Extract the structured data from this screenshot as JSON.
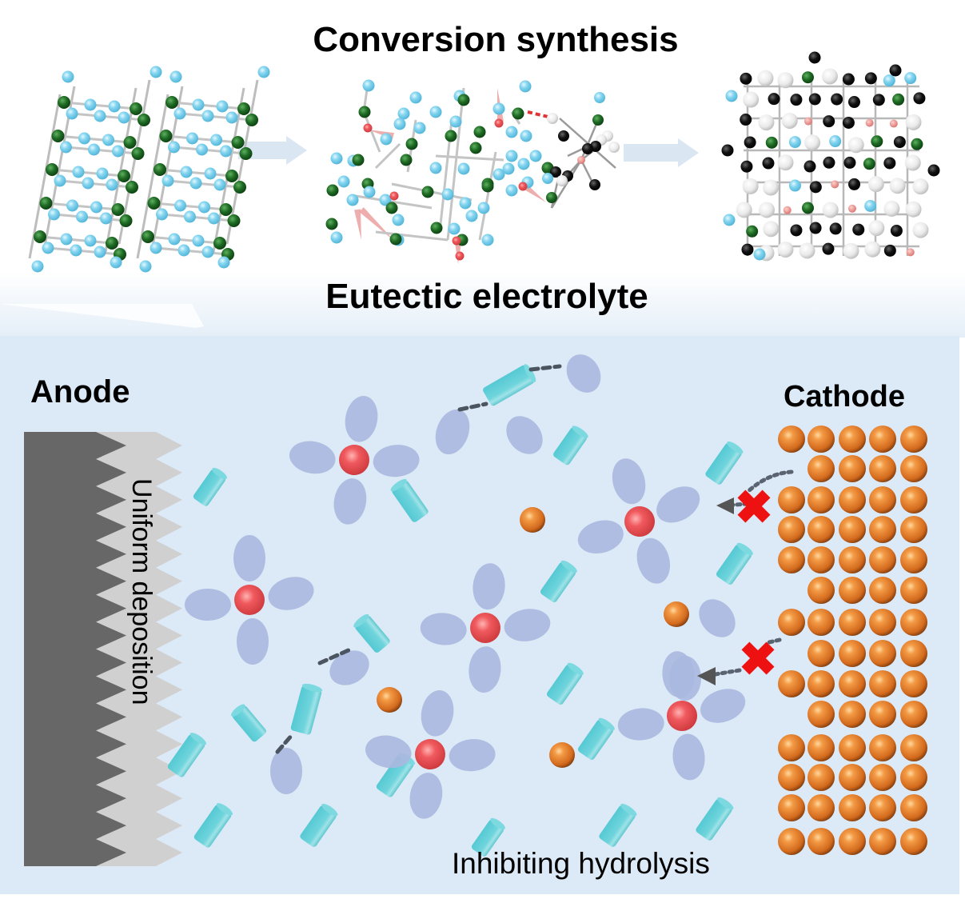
{
  "titles": {
    "top": "Conversion synthesis",
    "middle": "Eutectic electrolyte"
  },
  "labels": {
    "anode": "Anode",
    "cathode": "Cathode",
    "uniform_deposition": "Uniform deposition",
    "inhibiting_hydrolysis": "Inhibiting hydrolysis"
  },
  "stages": [
    {
      "name": "layered-crystal",
      "description": "initial layered crystal structure"
    },
    {
      "name": "conversion-intermediate",
      "description": "crystal undergoing conversion with ligand"
    },
    {
      "name": "eutectic-network",
      "description": "resulting eutectic network"
    }
  ],
  "colors": {
    "light_atom": "#7fd3ee",
    "dark_green_atom": "#1f6b24",
    "black_atom": "#111111",
    "white_atom": "#eeeeee",
    "pink_atom": "#e98a86",
    "red_atom": "#e8484e",
    "orange_ion": "#e67d2a",
    "petal": "#a9b8de",
    "cylinder": "#5fcfd6",
    "anode_dark": "#666666",
    "anode_light": "#cfcfcf",
    "panel_bg": "#dce9f6",
    "cross": "#ee1111",
    "arrow": "#5a5a5a"
  },
  "cathode": {
    "columns": 5,
    "row_counts": [
      5,
      4,
      5,
      5,
      5,
      4,
      5,
      4,
      5,
      4,
      5,
      5,
      5,
      5
    ]
  },
  "blocked_paths": 2
}
